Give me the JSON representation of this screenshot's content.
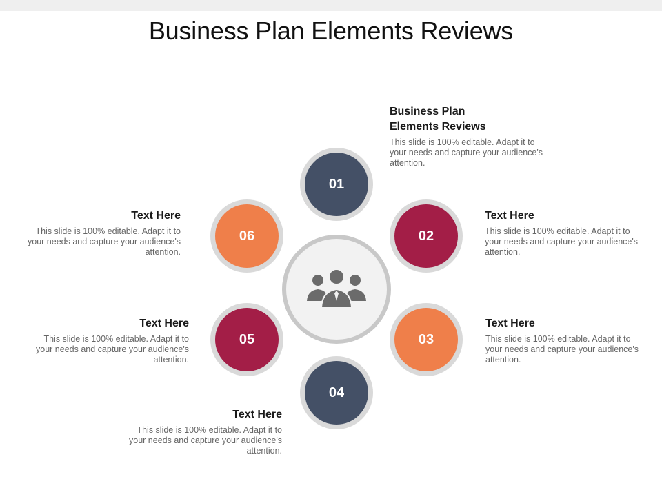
{
  "title": "Business Plan Elements Reviews",
  "colors": {
    "navy": "#445066",
    "crimson": "#a31e47",
    "orange": "#ef7f4a",
    "ring": "#d9d9d9",
    "icon": "#6b6b6b"
  },
  "center_icon": "people-group-icon",
  "nodes": [
    {
      "num": "01",
      "color": "#445066"
    },
    {
      "num": "02",
      "color": "#a31e47"
    },
    {
      "num": "03",
      "color": "#ef7f4a"
    },
    {
      "num": "04",
      "color": "#445066"
    },
    {
      "num": "05",
      "color": "#a31e47"
    },
    {
      "num": "06",
      "color": "#ef7f4a"
    }
  ],
  "items": [
    {
      "heading": "Business Plan Elements Reviews",
      "body": "This slide is 100% editable. Adapt it to your needs and capture your audience's attention."
    },
    {
      "heading": "Text Here",
      "body": "This slide is 100% editable. Adapt it to your needs and capture your audience's attention."
    },
    {
      "heading": "Text Here",
      "body": "This slide is 100% editable. Adapt it to your needs and capture your audience's attention."
    },
    {
      "heading": "Text Here",
      "body": "This slide is 100% editable. Adapt it to your needs and capture your audience's attention."
    },
    {
      "heading": "Text Here",
      "body": "This slide is 100% editable. Adapt it to your needs and capture your audience's attention."
    },
    {
      "heading": "Text Here",
      "body": "This slide is 100% editable. Adapt it to your needs and capture your audience's attention."
    }
  ]
}
